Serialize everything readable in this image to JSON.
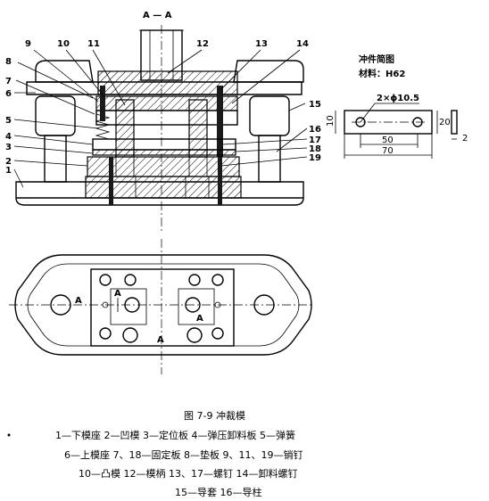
{
  "section_mark": "A — A",
  "callouts_top": [
    "9",
    "10",
    "11",
    "12",
    "13",
    "14"
  ],
  "callouts_left": [
    "8",
    "7",
    "6",
    "5",
    "4",
    "3",
    "2",
    "1"
  ],
  "callouts_right": [
    "15",
    "16",
    "17",
    "18",
    "19"
  ],
  "view_marks": [
    "A",
    "A",
    "A",
    "A"
  ],
  "part_sketch": {
    "title": "冲件简图",
    "material": "材料：H62",
    "hole_dim": "2×ϕ10.5",
    "dims": [
      "10",
      "50",
      "70",
      "20",
      "2"
    ]
  },
  "caption": {
    "figure": "图 7-9   冲裁模",
    "lines": [
      "1—下模座   2—凹模   3—定位板   4—弹压卸料板   5—弹簧",
      "6—上模座   7、18—固定板   8—垫板   9、11、19—销钉",
      "10—凸模   12—模柄   13、17—螺钉   14—卸料螺钉",
      "15—导套   16—导柱"
    ]
  }
}
